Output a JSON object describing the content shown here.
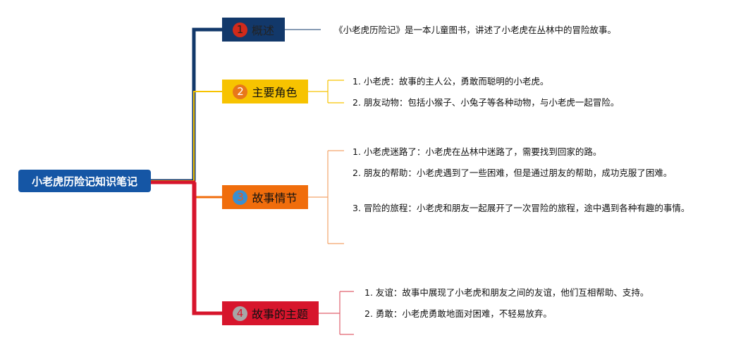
{
  "root": {
    "title": "小老虎历险记知识笔记"
  },
  "topics": [
    {
      "badge": "1",
      "label": "概述",
      "color": "#12386a",
      "items": [
        "《小老虎历险记》是一本儿童图书，讲述了小老虎在丛林中的冒险故事。"
      ]
    },
    {
      "badge": "2",
      "label": "主要角色",
      "color": "#f7c300",
      "items": [
        "1. 小老虎：故事的主人公，勇敢而聪明的小老虎。",
        "2. 朋友动物：包括小猴子、小兔子等各种动物，与小老虎一起冒险。"
      ]
    },
    {
      "badge": "3",
      "label": "故事情节",
      "color": "#f06d0c",
      "items": [
        "1. 小老虎迷路了：小老虎在丛林中迷路了，需要找到回家的路。",
        "2. 朋友的帮助：小老虎遇到了一些困难，但是通过朋友的帮助，成功克服了困难。",
        "3. 冒险的旅程：小老虎和朋友一起展开了一次冒险的旅程，途中遇到各种有趣的事情。"
      ]
    },
    {
      "badge": "4",
      "label": "故事的主题",
      "color": "#d7152c",
      "items": [
        "1. 友谊：故事中展现了小老虎和朋友之间的友谊，他们互相帮助、支持。",
        "2. 勇敢：小老虎勇敢地面对困难，不轻易放弃。"
      ]
    }
  ]
}
